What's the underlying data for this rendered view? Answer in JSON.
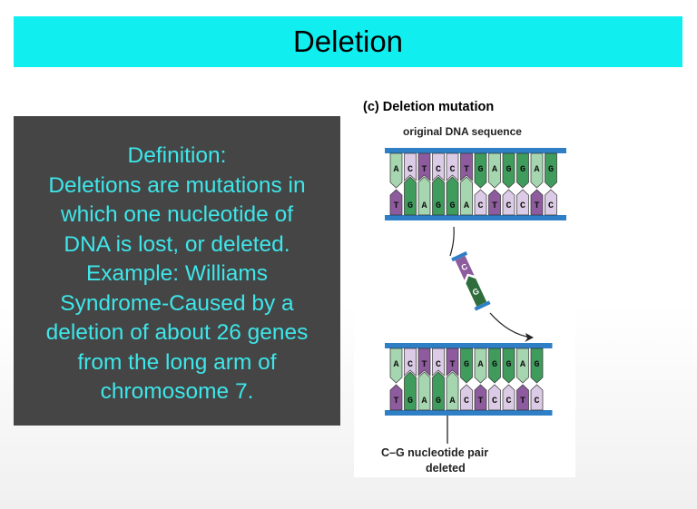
{
  "title": "Deletion",
  "definition": {
    "lines": [
      "Definition:",
      "Deletions are mutations in",
      "which one nucleotide of",
      "DNA is lost, or deleted.",
      "Example: Williams",
      "Syndrome-Caused by a",
      "deletion of about 26 genes",
      "from the long arm of",
      "chromosome 7."
    ]
  },
  "figure": {
    "heading": "(c) Deletion mutation",
    "subheading": "original DNA sequence",
    "original": {
      "top": "ACTCCTGAGGAG",
      "bottom": "TGAGGACTCCTC"
    },
    "removed_pair": {
      "top": "C",
      "bottom": "G"
    },
    "mutated": {
      "top": "ACTCTGAGGAG",
      "bottom": "TGAGACTCCTC"
    },
    "caption_lines": [
      "C–G nucleotide pair",
      "deleted"
    ],
    "colors": {
      "A": "#a6d6b0",
      "T": "#8e5b9f",
      "C": "#dccbe6",
      "G": "#3f9c5c",
      "backbone": "#2f7fc6"
    }
  }
}
